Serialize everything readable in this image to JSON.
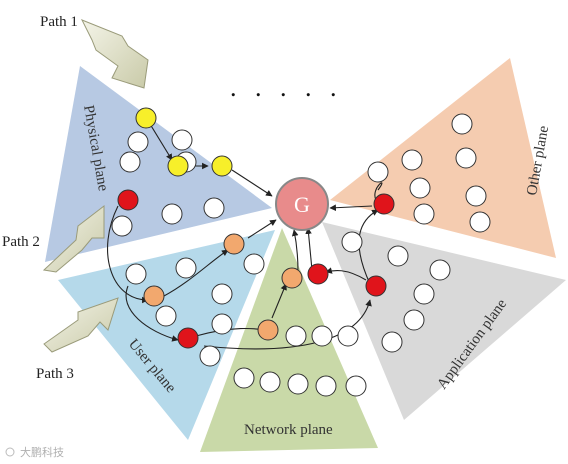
{
  "labels": {
    "path1": "Path 1",
    "path2": "Path 2",
    "path3": "Path 3",
    "center": "G",
    "dots": ". . . . ."
  },
  "planes": {
    "physical": "Physical plane",
    "user": "User plane",
    "network": "Network plane",
    "application": "Application plane",
    "other": "Other plane"
  },
  "watermark": "大鹏科技",
  "colors": {
    "physical": "#b7c9e3",
    "user": "#b5d9ea",
    "network": "#c9d9a8",
    "application": "#d9d9d9",
    "other": "#f5ccb0",
    "center_fill": "#e88b8b",
    "yellow_node": "#f7ef2a",
    "orange_node": "#f2a86e",
    "red_node": "#e0141b",
    "white_node": "#ffffff"
  }
}
